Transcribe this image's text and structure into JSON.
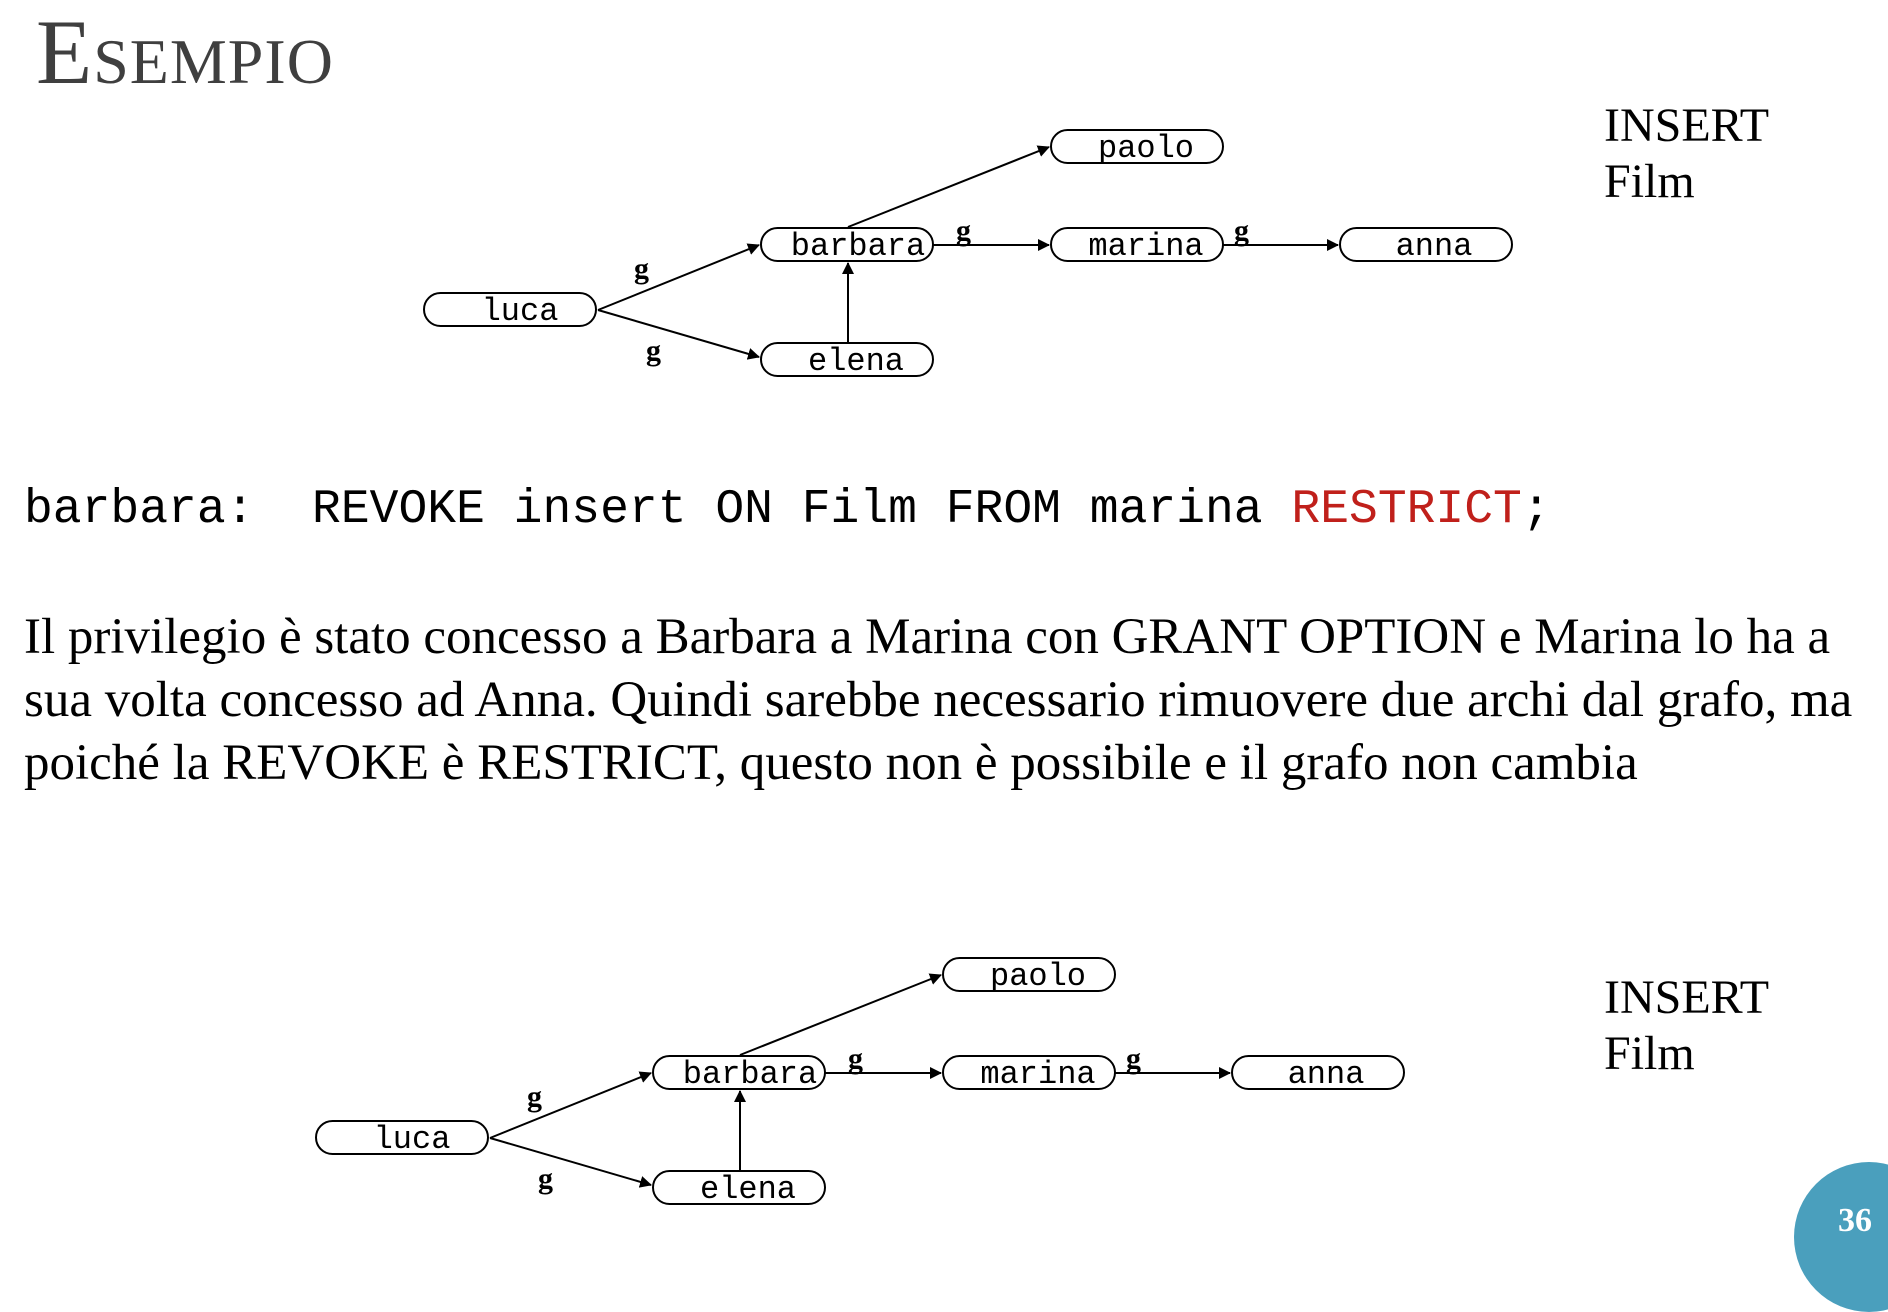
{
  "slide": {
    "title": "Esempio",
    "number": "36",
    "accent_color": "#4a9fbd"
  },
  "privilege": {
    "line1": "INSERT",
    "line2": "Film"
  },
  "graph_top": {
    "nodes": {
      "luca": "luca",
      "barbara": "barbara",
      "elena": "elena",
      "paolo": "paolo",
      "marina": "marina",
      "anna": "anna"
    },
    "edges": [
      {
        "from": "luca",
        "to": "barbara",
        "label": "g"
      },
      {
        "from": "luca",
        "to": "elena",
        "label": "g"
      },
      {
        "from": "elena",
        "to": "barbara",
        "label": ""
      },
      {
        "from": "barbara",
        "to": "paolo",
        "label": ""
      },
      {
        "from": "barbara",
        "to": "marina",
        "label": "g"
      },
      {
        "from": "marina",
        "to": "anna",
        "label": "g"
      }
    ]
  },
  "graph_bottom": {
    "nodes": {
      "luca": "luca",
      "barbara": "barbara",
      "elena": "elena",
      "paolo": "paolo",
      "marina": "marina",
      "anna": "anna"
    },
    "edges": [
      {
        "from": "luca",
        "to": "barbara",
        "label": "g"
      },
      {
        "from": "luca",
        "to": "elena",
        "label": "g"
      },
      {
        "from": "elena",
        "to": "barbara",
        "label": ""
      },
      {
        "from": "barbara",
        "to": "paolo",
        "label": ""
      },
      {
        "from": "barbara",
        "to": "marina",
        "label": "g"
      },
      {
        "from": "marina",
        "to": "anna",
        "label": "g"
      }
    ]
  },
  "command": {
    "prefix": "barbara:  REVOKE insert ON Film FROM marina ",
    "keyword": "RESTRICT",
    "suffix": ";",
    "keyword_color": "#c0201b"
  },
  "explanation": "Il privilegio è stato concesso a Barbara a Marina con GRANT OPTION e Marina lo ha a sua volta concesso ad Anna. Quindi sarebbe necessario rimuovere due archi dal grafo, ma poiché la REVOKE è RESTRICT, questo non è possibile e il grafo non cambia"
}
